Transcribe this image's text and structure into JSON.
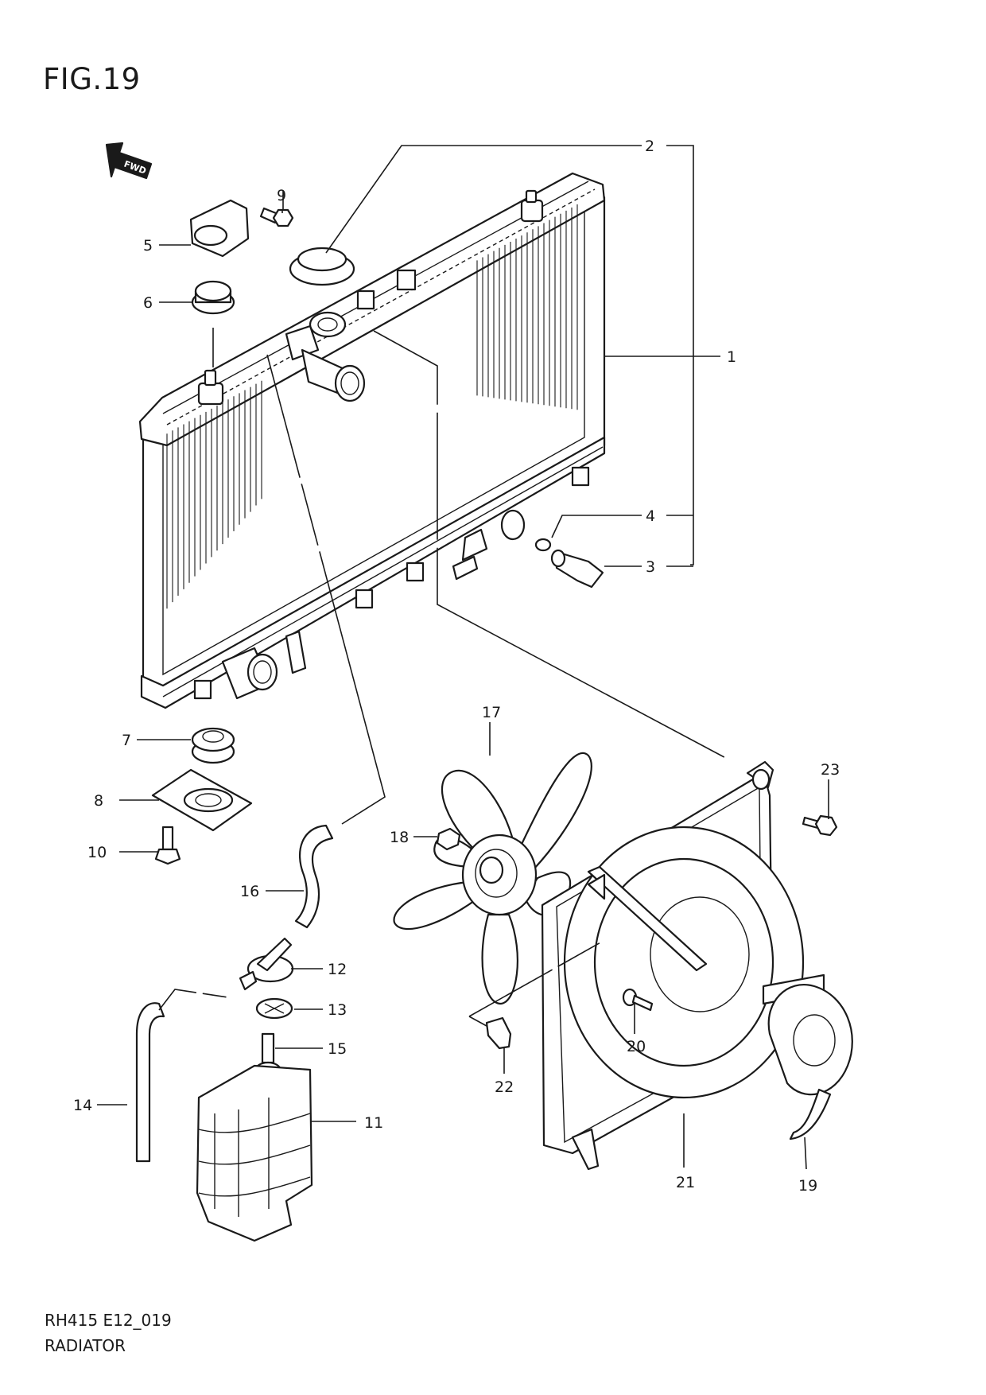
{
  "figure": {
    "title": "FIG.19",
    "code": "RH415 E12_019",
    "name": "RADIATOR",
    "fwd_label": "FWD"
  },
  "callouts": [
    "1",
    "2",
    "3",
    "4",
    "5",
    "6",
    "7",
    "8",
    "9",
    "10",
    "11",
    "12",
    "13",
    "14",
    "15",
    "16",
    "17",
    "18",
    "19",
    "20",
    "21",
    "22",
    "23"
  ]
}
